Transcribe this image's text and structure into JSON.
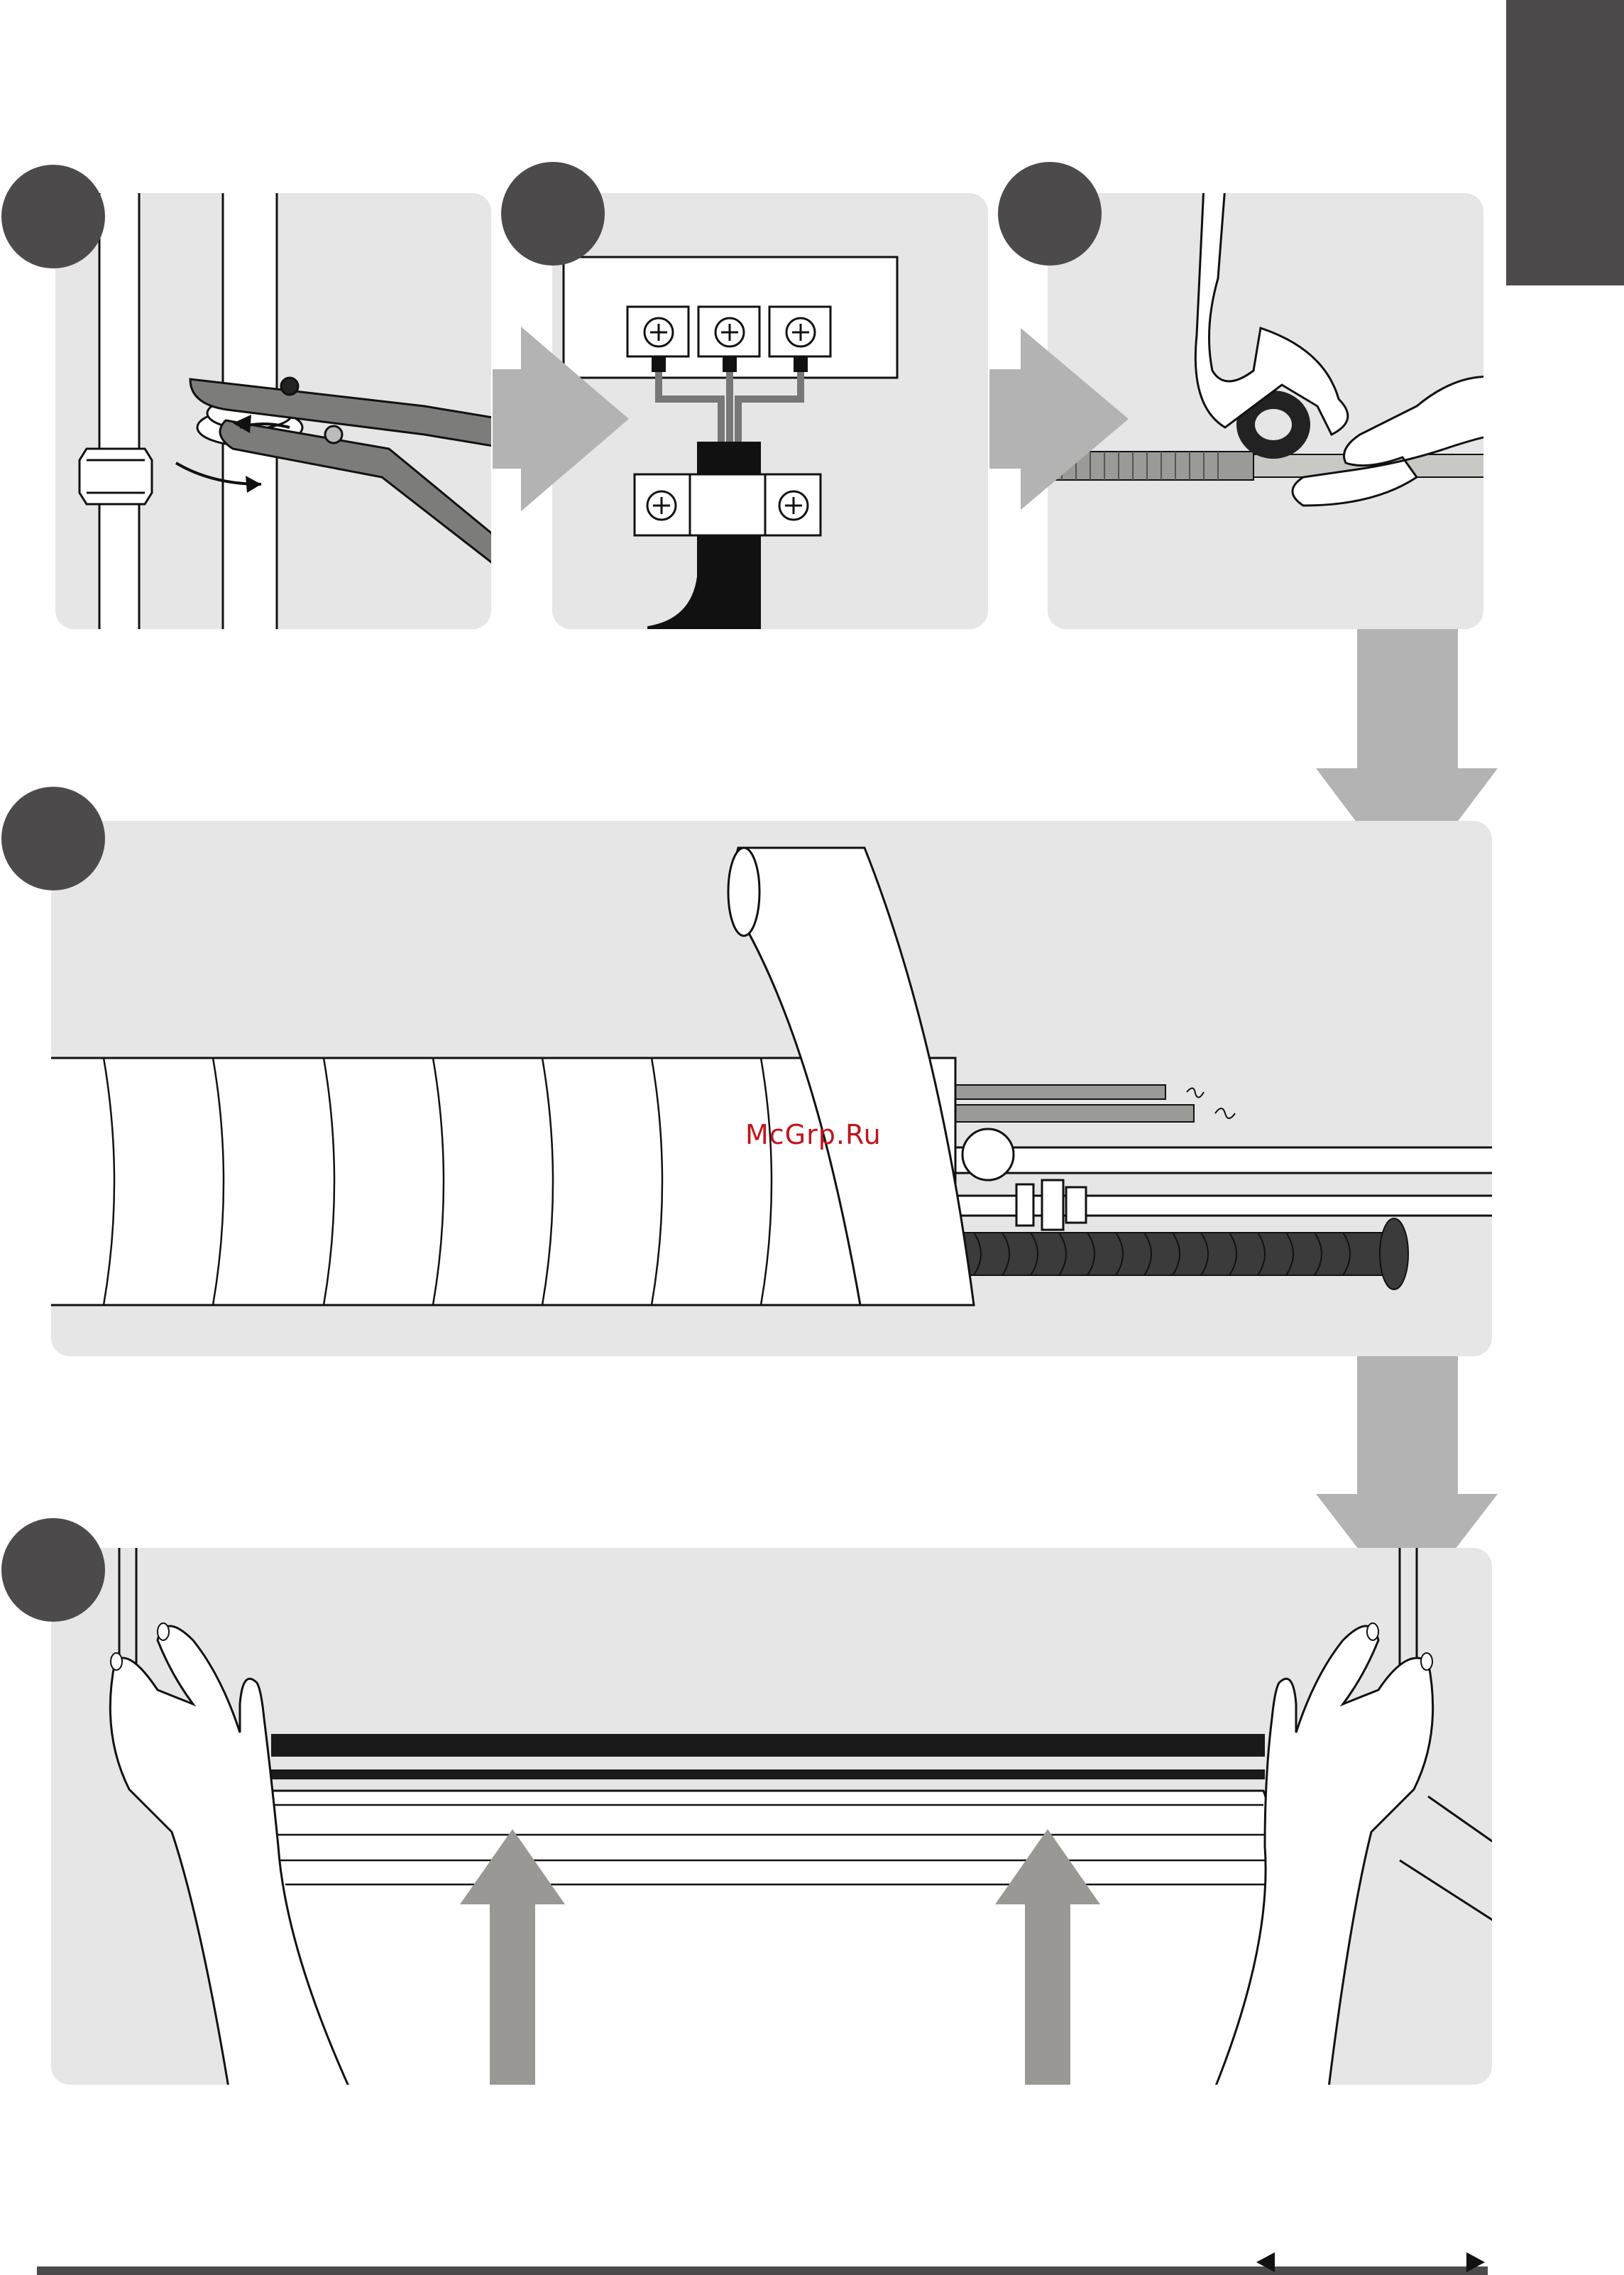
{
  "colors": {
    "panel_background": "#e6e6e6",
    "badge": "#4c4a4b",
    "flow_arrow": "#b3b3b3",
    "push_arrow": "#999894",
    "watermark": "#c0141c",
    "footer_rule": "#4c4a4b"
  },
  "steps": [
    {
      "id": 1,
      "illustration": "wrench-tightening-pipe-nut"
    },
    {
      "id": 2,
      "illustration": "terminal-block-cable-clamp"
    },
    {
      "id": 3,
      "illustration": "hands-wrapping-tape"
    },
    {
      "id": 4,
      "illustration": "pipe-bundle-wrapped-with-tape"
    },
    {
      "id": 5,
      "illustration": "hands-mounting-indoor-unit"
    }
  ],
  "watermark": {
    "text": "McGrp.Ru"
  },
  "footer": {
    "prev_icon": "triangle-left-icon",
    "next_icon": "triangle-right-icon"
  }
}
